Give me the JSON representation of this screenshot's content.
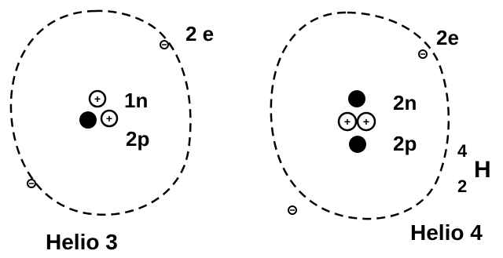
{
  "atoms": [
    {
      "name": "Helio 3",
      "electrons_label": "2 e",
      "neutrons_label": "1n",
      "protons_label": "2p",
      "neutron_count": 1,
      "proton_count": 2,
      "electron_count": 2
    },
    {
      "name": "Helio 4",
      "electrons_label": "2e",
      "neutrons_label": "2n",
      "protons_label": "2p",
      "neutron_count": 2,
      "proton_count": 2,
      "electron_count": 2,
      "isotope_symbol": {
        "mass_number": "4",
        "atomic_number": "2",
        "element": "H"
      }
    }
  ],
  "glyphs": {
    "proton": "+",
    "electron": "−"
  },
  "colors": {
    "ink": "#000000",
    "background": "#ffffff"
  }
}
